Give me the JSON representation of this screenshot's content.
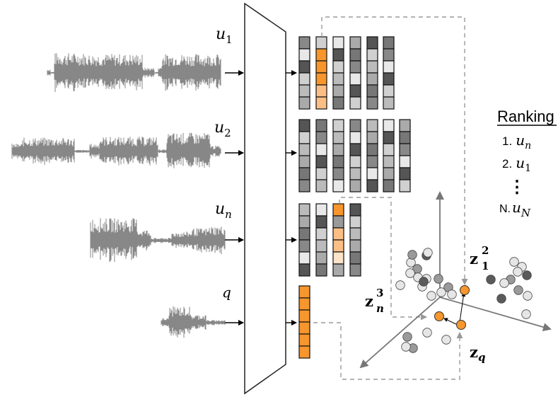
{
  "labels": {
    "u1": {
      "base": "u",
      "sub": "1"
    },
    "u2": {
      "base": "u",
      "sub": "2"
    },
    "un": {
      "base": "u",
      "sub": "n"
    },
    "q": "q"
  },
  "ranking": {
    "title": "Ranking",
    "items": [
      {
        "num": "1.",
        "base": "u",
        "sub": "n"
      },
      {
        "num": "2.",
        "base": "u",
        "sub": "1"
      },
      {
        "num": "N.",
        "base": "u",
        "sub": "N"
      }
    ],
    "ellipsis": "⋮"
  },
  "points": {
    "z12": {
      "base": "z",
      "sub": "1",
      "sup": "2"
    },
    "zn3": {
      "base": "z",
      "sub": "n",
      "sup": "3"
    },
    "zq": {
      "base": "z",
      "sub": "q"
    }
  },
  "colors": {
    "orange": "#f7962c",
    "light_orange": "#fbbf85",
    "dark": "#555555",
    "mid": "#888888",
    "light": "#d0d0d0",
    "dash": "#9a9a9a"
  }
}
